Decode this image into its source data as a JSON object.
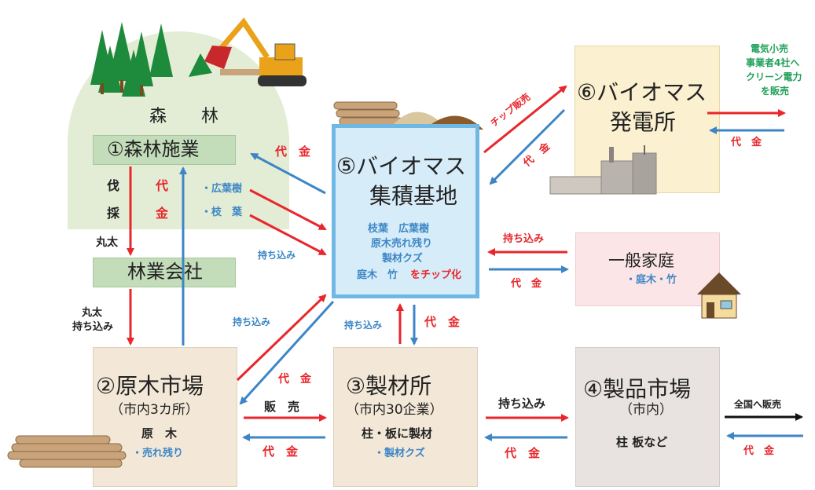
{
  "forest": {
    "label": "森　　林",
    "step1": "①森林施業",
    "cut1": "伐",
    "cut2": "採",
    "pay1": "代",
    "pay2": "金",
    "item1": "・広葉樹",
    "item2": "・枝　葉"
  },
  "company": {
    "label": "林業会社",
    "logs": "丸太"
  },
  "market2": {
    "title": "②原木市場",
    "sub": "（市内3カ所）",
    "main": "原　木",
    "rest": "・売れ残り",
    "incoming1": "丸太",
    "incoming2": "持ち込み"
  },
  "sawmill3": {
    "title": "③製材所",
    "sub": "（市内30企業）",
    "main": "柱・板に製材",
    "rest": "・製材クズ"
  },
  "market4": {
    "title": "④製品市場",
    "sub": "（市内）",
    "main": "柱 板など",
    "out": "全国へ販売",
    "pay": "代　金"
  },
  "base5": {
    "title1": "⑤バイオマス",
    "title2": "集積基地",
    "line1": "枝葉　広葉樹",
    "line2": "原木売れ残り",
    "line3": "製材クズ",
    "line4a": "庭木　竹",
    "line4b": "をチップ化"
  },
  "plant6": {
    "title1": "⑥バイオマス",
    "title2": "発電所",
    "sell1": "電気小売",
    "sell2": "事業者4社へ",
    "sell3": "クリーン電力",
    "sell4": "を販売",
    "pay": "代　金"
  },
  "household": {
    "title": "一般家庭",
    "items": "・庭木・竹",
    "bring": "持ち込み",
    "pay": "代　金"
  },
  "flows": {
    "pay_forest": "代　金",
    "bring_forest": "持ち込み",
    "chip_sale": "チップ販売",
    "pay_plant": "代　金",
    "bring_market2": "持ち込み",
    "pay_market2": "代　金",
    "sale_23": "販　売",
    "pay_23": "代　金",
    "bring_3": "持ち込み",
    "pay_3": "代　金",
    "bring_34": "持ち込み",
    "pay_34": "代　金"
  },
  "colors": {
    "red": "#e8262b",
    "blue": "#3d86c6",
    "forest_bg": "#e3edd5",
    "green_box": "#c3dcb9",
    "beige": "#f3e8d7",
    "gray": "#e8e3e0",
    "blue_box": "#d6ecf8",
    "yellow": "#fbf0cf",
    "pink": "#fbe5e7"
  }
}
